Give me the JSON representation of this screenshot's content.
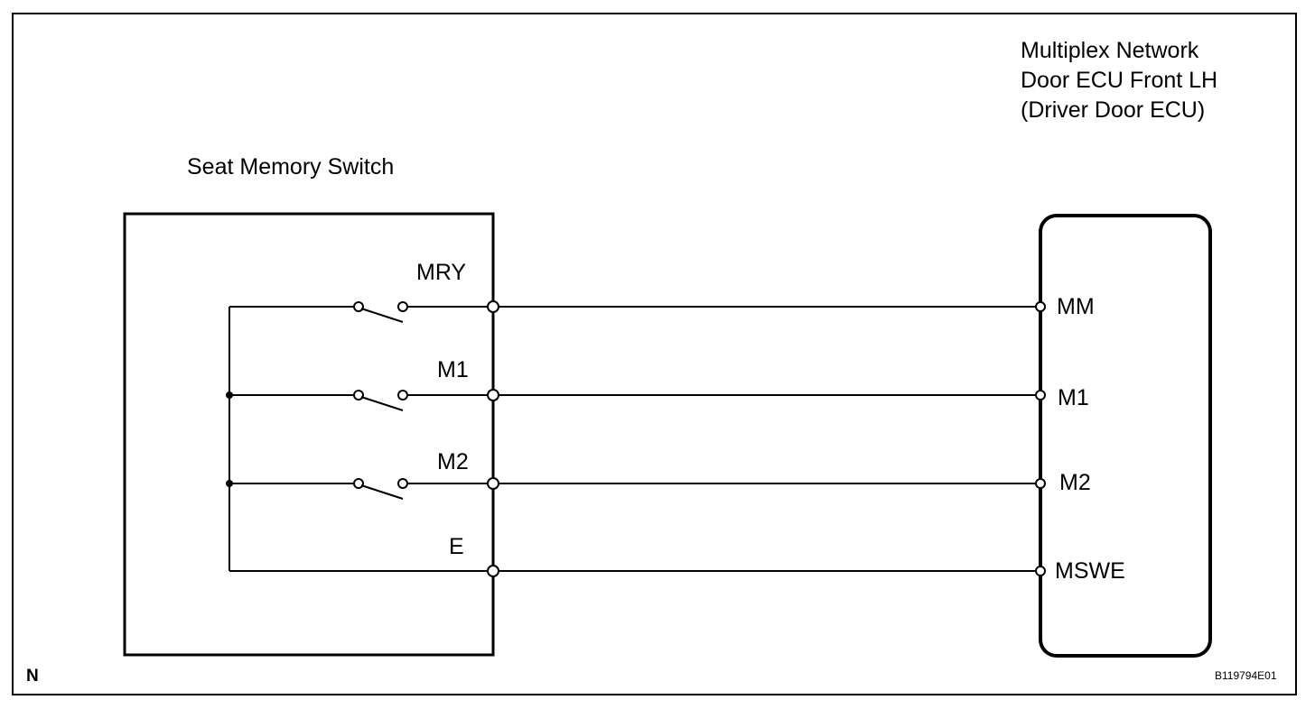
{
  "ecu": {
    "title_lines": [
      "Multiplex Network",
      "Door ECU Front LH",
      "(Driver Door ECU)"
    ],
    "terminals": [
      "MM",
      "M1",
      "M2",
      "MSWE"
    ]
  },
  "switch": {
    "title": "Seat Memory Switch",
    "terminals": [
      "MRY",
      "M1",
      "M2",
      "E"
    ]
  },
  "corner_mark": "N",
  "figure_code": "B119794E01",
  "colors": {
    "ink": "#000000",
    "background": "#ffffff"
  }
}
